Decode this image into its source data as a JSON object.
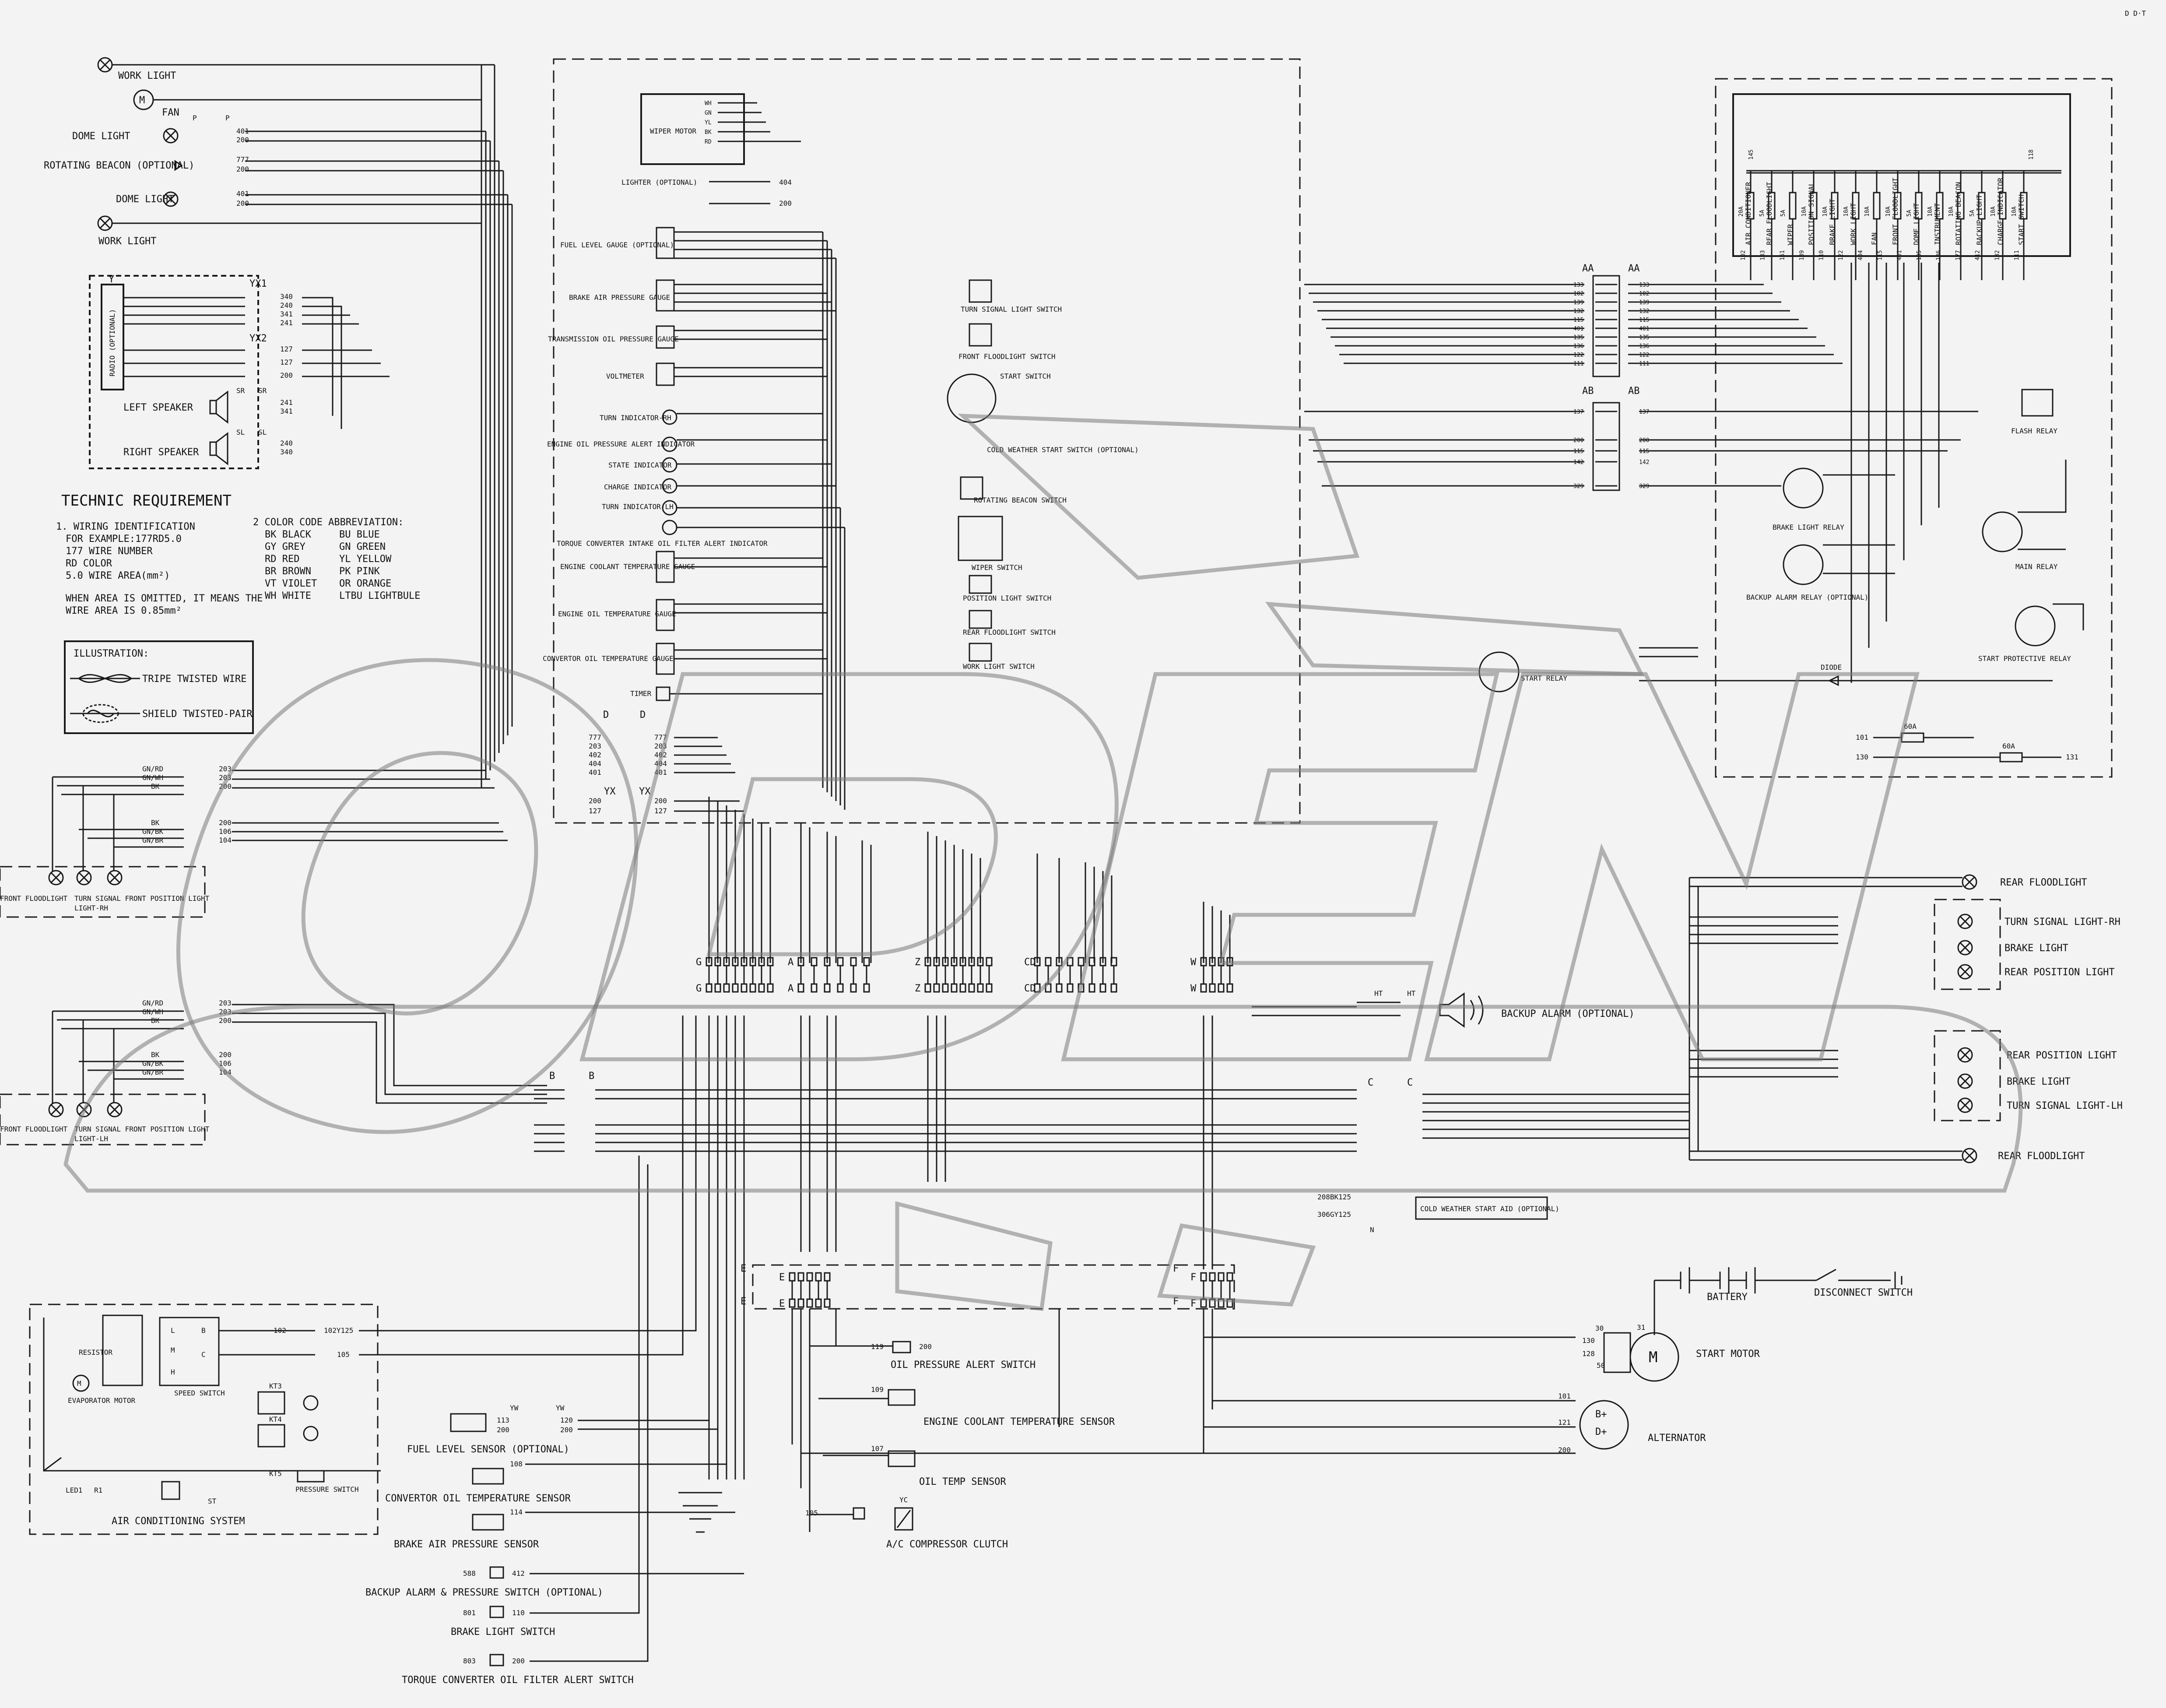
{
  "corner_note": "D D·T",
  "left_panel": {
    "cab_items": [
      "WORK LIGHT",
      "FAN",
      "DOME LIGHT",
      "ROTATING BEACON (OPTIONAL)",
      "DOME LIGHT",
      "WORK LIGHT"
    ],
    "fan_wires": [
      "P",
      "P"
    ],
    "dome1_wires": [
      "401",
      "200"
    ],
    "beacon_wires": [
      "777",
      "200"
    ],
    "dome2_wires": [
      "401",
      "200"
    ],
    "radio": {
      "label": "RADIO (OPTIONAL)",
      "y_tag": "Y",
      "yx1": "YX1",
      "yx2": "YX2",
      "wires_top": [
        "340",
        "240",
        "341",
        "241"
      ],
      "wires_bot": [
        "127",
        "127",
        "200"
      ],
      "sr": [
        "SR",
        "SR"
      ],
      "sl": [
        "SL",
        "SL"
      ],
      "sr_wires": [
        "241",
        "341"
      ],
      "sl_wires": [
        "240",
        "340"
      ],
      "left_speaker": "LEFT SPEAKER",
      "right_speaker": "RIGHT SPEAKER"
    }
  },
  "technic": {
    "title": "TECHNIC REQUIREMENT",
    "item1": [
      "1.  WIRING IDENTIFICATION",
      "FOR EXAMPLE:177RD5.0",
      "177   WIRE NUMBER",
      "RD COLOR",
      "5.0 WIRE AREA(mm²)",
      "WHEN AREA IS OMITTED, IT MEANS THE",
      "WIRE AREA IS 0.85mm²"
    ],
    "item2_title": "2  COLOR CODE ABBREVIATION:",
    "codes_left": [
      "BK BLACK",
      "GY GREY",
      "RD RED",
      "BR BROWN",
      "VT VIOLET",
      "WH WHITE"
    ],
    "codes_right": [
      "BU BLUE",
      "GN GREEN",
      "YL YELLOW",
      "PK PINK",
      "OR ORANGE",
      "LTBU LIGHTBULE"
    ],
    "illustration": "ILLUSTRATION:",
    "tripe": "TRIPE TWISTED WIRE",
    "shield": "SHIELD TWISTED-PAIR"
  },
  "front_rh": {
    "wires_a": [
      "GN/RD",
      "GN/WH",
      "BK"
    ],
    "nums_a": [
      "203",
      "203",
      "200"
    ],
    "wires_b": [
      "BK",
      "GN/BK",
      "GN/BR"
    ],
    "nums_b": [
      "200",
      "106",
      "104"
    ],
    "labels": [
      "FRONT FLOODLIGHT",
      "TURN SIGNAL  FRONT POSITION LIGHT",
      "LIGHT-RH"
    ]
  },
  "front_lh": {
    "wires_a": [
      "GN/RD",
      "GN/WH",
      "BK"
    ],
    "nums_a": [
      "203",
      "203",
      "200"
    ],
    "wires_b": [
      "BK",
      "GN/BK",
      "GN/BR"
    ],
    "nums_b": [
      "200",
      "106",
      "104"
    ],
    "labels": [
      "FRONT FLOODLIGHT",
      "TURN SIGNAL  FRONT POSITION LIGHT",
      "LIGHT-LH"
    ]
  },
  "dash": {
    "wiper_motor": "WIPER MOTOR",
    "wiper_wires": [
      "WH",
      "GN",
      "YL",
      "BK",
      "RD"
    ],
    "lighter": "LIGHTER (OPTIONAL)",
    "lighter_wires": [
      "404",
      "200"
    ],
    "gauges": [
      "FUEL LEVEL GAUGE (OPTIONAL)",
      "BRAKE AIR PRESSURE GAUGE",
      "TRANSMISSION OIL PRESSURE GAUGE",
      "VOLTMETER"
    ],
    "indicators": [
      "TURN INDICATOR-RH",
      "ENGINE OIL PRESSURE ALERT INDICATOR",
      "STATE INDICATOR",
      "CHARGE INDICATOR",
      "TURN INDICATOR-LH",
      "TORQUE CONVERTER INTAKE OIL FILTER ALERT INDICATOR"
    ],
    "gauges2": [
      "ENGINE COOLANT TEMPERATURE GAUGE",
      "ENGINE OIL TEMPERATURE GAUGE",
      "CONVERTOR OIL TEMPERATURE GAUGE",
      "TIMER"
    ],
    "switches": [
      "TURN SIGNAL LIGHT SWITCH",
      "FRONT FLOODLIGHT SWITCH",
      "START SWITCH",
      "COLD WEATHER START SWITCH (OPTIONAL)",
      "ROTATING BEACON SWITCH",
      "WIPER SWITCH",
      "POSITION LIGHT SWITCH",
      "REAR FLOODLIGHT SWITCH",
      "WORK LIGHT SWITCH"
    ],
    "connector_d": "D",
    "connector_yx": "YX",
    "d_wires": [
      "777",
      "203",
      "402",
      "404",
      "401"
    ],
    "yx_wires": [
      "200",
      "127"
    ]
  },
  "fuse_box": {
    "labels": [
      "AIR CONDITIONER",
      "REAR FLOODLIGHT",
      "WIPER",
      "POSITION SIGNAL",
      "BRAKE LIGHT",
      "WORK LIGHT",
      "FAN",
      "FRONT FLOODLIGHT",
      "DOME LIGHT",
      "INSTRUMENT",
      "ROTATING BEACON",
      "BACKUP LIGHT",
      "CHARGE INDICATOR",
      "START SWITCH"
    ],
    "top_nums": [
      "145",
      "118"
    ],
    "ratings": [
      "20A",
      "5A",
      "5A",
      "10A",
      "10A",
      "10A",
      "10A",
      "10A",
      "5A",
      "10A",
      "10A",
      "5A",
      "10A",
      "10A"
    ],
    "bottom_nums": [
      "102",
      "133",
      "161",
      "139",
      "110",
      "122",
      "404",
      "115",
      "401",
      "135",
      "136",
      "177",
      "412",
      "132",
      "111"
    ]
  },
  "relays": {
    "aa": "AA",
    "ab": "AB",
    "aa_wires": [
      "133",
      "102",
      "139",
      "132",
      "115",
      "401",
      "135",
      "136",
      "122",
      "111"
    ],
    "ab_wires": [
      "137",
      "200",
      "115",
      "142",
      "329"
    ],
    "flash": "FLASH RELAY",
    "brake": "BRAKE LIGHT RELAY",
    "backup": "BACKUP ALARM RELAY (OPTIONAL)",
    "main": "MAIN RELAY",
    "start_protect": "START PROTECTIVE RELAY",
    "start_relay": "START RELAY",
    "diode": "DIODE",
    "fuse_60a": [
      "60A",
      "60A"
    ],
    "main_wires": [
      "101",
      "130",
      "131"
    ]
  },
  "rear": {
    "rear_flood": "REAR FLOODLIGHT",
    "turn_rh": "TURN SIGNAL LIGHT-RH",
    "brake": "BRAKE LIGHT",
    "rear_pos": "REAR POSITION LIGHT",
    "backup_alarm": "BACKUP ALARM (OPTIONAL)",
    "rear_pos2": "REAR POSITION LIGHT",
    "brake2": "BRAKE LIGHT",
    "turn_lh": "TURN SIGNAL LIGHT-LH",
    "rear_flood2": "REAR FLOODLIGHT",
    "cold_start": "COLD WEATHER START AID (OPTIONAL)",
    "cold_wires": [
      "208BK125",
      "306GY125"
    ]
  },
  "connectors": {
    "g": "G",
    "a": "A",
    "z": "Z",
    "cd": "CD",
    "w": "W",
    "e": "E",
    "f": "F",
    "b": "B",
    "c": "C",
    "n": "N",
    "ht": "HT"
  },
  "engine": {
    "battery": "BATTERY",
    "disconnect": "DISCONNECT SWITCH",
    "start_motor": "START MOTOR",
    "alternator": "ALTERNATOR",
    "oil_alert": "OIL PRESSURE ALERT SWITCH",
    "coolant": "ENGINE COOLANT TEMPERATURE SENSOR",
    "oil_temp": "OIL TEMP SENSOR",
    "ac_clutch": "A/C COMPRESSOR CLUTCH",
    "start_nums": [
      "30",
      "130",
      "128",
      "50",
      "31"
    ],
    "alt_nums": [
      "101",
      "121",
      "200"
    ]
  },
  "sensors": {
    "fuel": "FUEL LEVEL SENSOR (OPTIONAL)",
    "conv_temp": "CONVERTOR OIL TEMPERATURE SENSOR",
    "brake_air": "BRAKE AIR PRESSURE SENSOR",
    "backup_sw": "BACKUP ALARM & PRESSURE SWITCH (OPTIONAL)",
    "brake_light_sw": "BRAKE LIGHT SWITCH",
    "tc_filter": "TORQUE CONVERTER OIL FILTER ALERT SWITCH",
    "nums": [
      "108",
      "114",
      "588",
      "412",
      "801",
      "110",
      "803",
      "200"
    ]
  },
  "air_con": {
    "title": "AIR CONDITIONING SYSTEM",
    "resistor": "RESISTOR",
    "evap": "EVAPORATOR MOTOR",
    "speed": "SPEED SWITCH",
    "pressure": "PRESSURE SWITCH",
    "terms": [
      "L",
      "M",
      "H",
      "B",
      "C"
    ],
    "kt": [
      "KT3",
      "KT4",
      "KT5"
    ],
    "led": "LED1",
    "r1": "R1",
    "st": "ST",
    "nums": [
      "102",
      "102Y125",
      "105"
    ]
  },
  "watermark": "ODEN"
}
